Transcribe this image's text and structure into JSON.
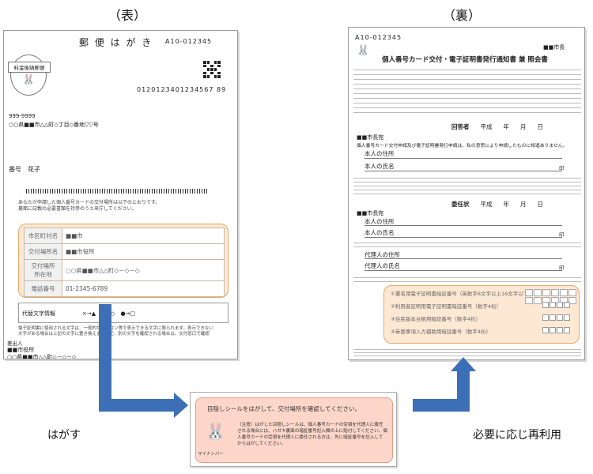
{
  "headings": {
    "front": "（表）",
    "back": "（裏）"
  },
  "front": {
    "postcard_title": "郵 便 は が き",
    "serial": "A10-012345",
    "stamp_label": "料金後納郵便",
    "barcode_digits": "0120123401234567 89",
    "zip": "999-9999",
    "address": "○○県■■市△△町◇丁目◇番地▽▽号",
    "name": "番号　花子",
    "intro_line1": "あなたが申請した個人番号カードの交付場所は以下のとおりです。",
    "intro_line2": "裏面に記載の必要書類を持参のうえ来庁してください。",
    "fields": [
      {
        "label": "市区町村名",
        "value": "■■市"
      },
      {
        "label": "交付場所名",
        "value": "■■市役所"
      },
      {
        "label": "交付場所\n所在地",
        "value": "○○県■■市△△町◇－◇－◇"
      },
      {
        "label": "電話番号",
        "value": "01-2345-6789"
      }
    ],
    "alt_char_label": "代替文字情報",
    "alt_char_value": "×→▲　○→◇　●→□",
    "note1": "電子証明書に使用される文字は、一般的なパソコン等で表示できる文字に限られます。表示できない",
    "note2": "文字がある場合は上記の文字に置き換えますので、別の文字を確認される場合は、交付窓口で確認",
    "sender_label": "差出人",
    "sender_name": "■■市役所",
    "sender_address": "○○県■■市△△町◇－◇－◇"
  },
  "back": {
    "serial": "A10-012345",
    "mayor": "■■市長",
    "title": "個人番号カード交付・電子証明書発行通知書 兼 照会書",
    "answer_label": "回答者",
    "era": "平成",
    "year": "年",
    "month": "月",
    "day": "日",
    "city_mayor_to": "■■市長宛",
    "declaration": "個人番号カード交付申請及び電子証明書発行申請は、私の意思により申請したものに相違ありません。",
    "address_label": "本人の住所",
    "name_label": "本人の氏名",
    "seal": "印",
    "proxy_title": "委任状",
    "proxy_address_label": "代理人の住所",
    "proxy_name_label": "代理人の氏名",
    "pin_rows": [
      "①署名用電子証明書暗証番号（英数字6文字以上16文字以下）",
      "②利用者証明用電子証明書暗証番号（数字4桁）",
      "③住民基本台帳用暗証番号（数字4桁）",
      "④券面事項入力補助用暗証番号（数字4桁）"
    ]
  },
  "sticker": {
    "title": "目隠しシールをはがして、交付場所を確認してください。",
    "note": "（注意）はがした目隠しシールは、個人番号カードの受領を代理人に委任される場合には、ハガキ裏面の暗証番号記入欄の上に貼付してください。個人番号カードの受領を代理人に委任される方は、先に暗証番号を記入してからはがしてください。",
    "mascot_name": "マイナンバー"
  },
  "labels": {
    "peel": "はがす",
    "reuse": "必要に応じ再利用"
  },
  "colors": {
    "orange_border": "#e8a869",
    "orange_fill": "#fde8d3",
    "arrow_blue": "#3d6fb6",
    "sticker_fill": "#fdd6c9"
  }
}
